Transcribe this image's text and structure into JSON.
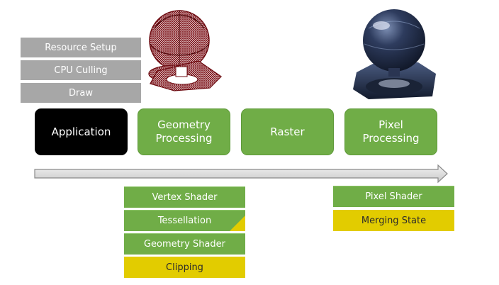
{
  "app_steps": [
    "Resource Setup",
    "CPU Culling",
    "Draw"
  ],
  "stages": [
    "Application",
    "Geometry\nProcessing",
    "Raster",
    "Pixel\nProcessing"
  ],
  "geometry_substages": [
    "Vertex Shader",
    "Tessellation",
    "Geometry Shader",
    "Clipping"
  ],
  "pixel_substages": [
    "Pixel Shader",
    "Merging State"
  ],
  "colors": {
    "grey_box": "#a7a7a7",
    "stage_green": "#70ad47",
    "optional_yellow": "#e2cc00",
    "application_black": "#000000"
  }
}
